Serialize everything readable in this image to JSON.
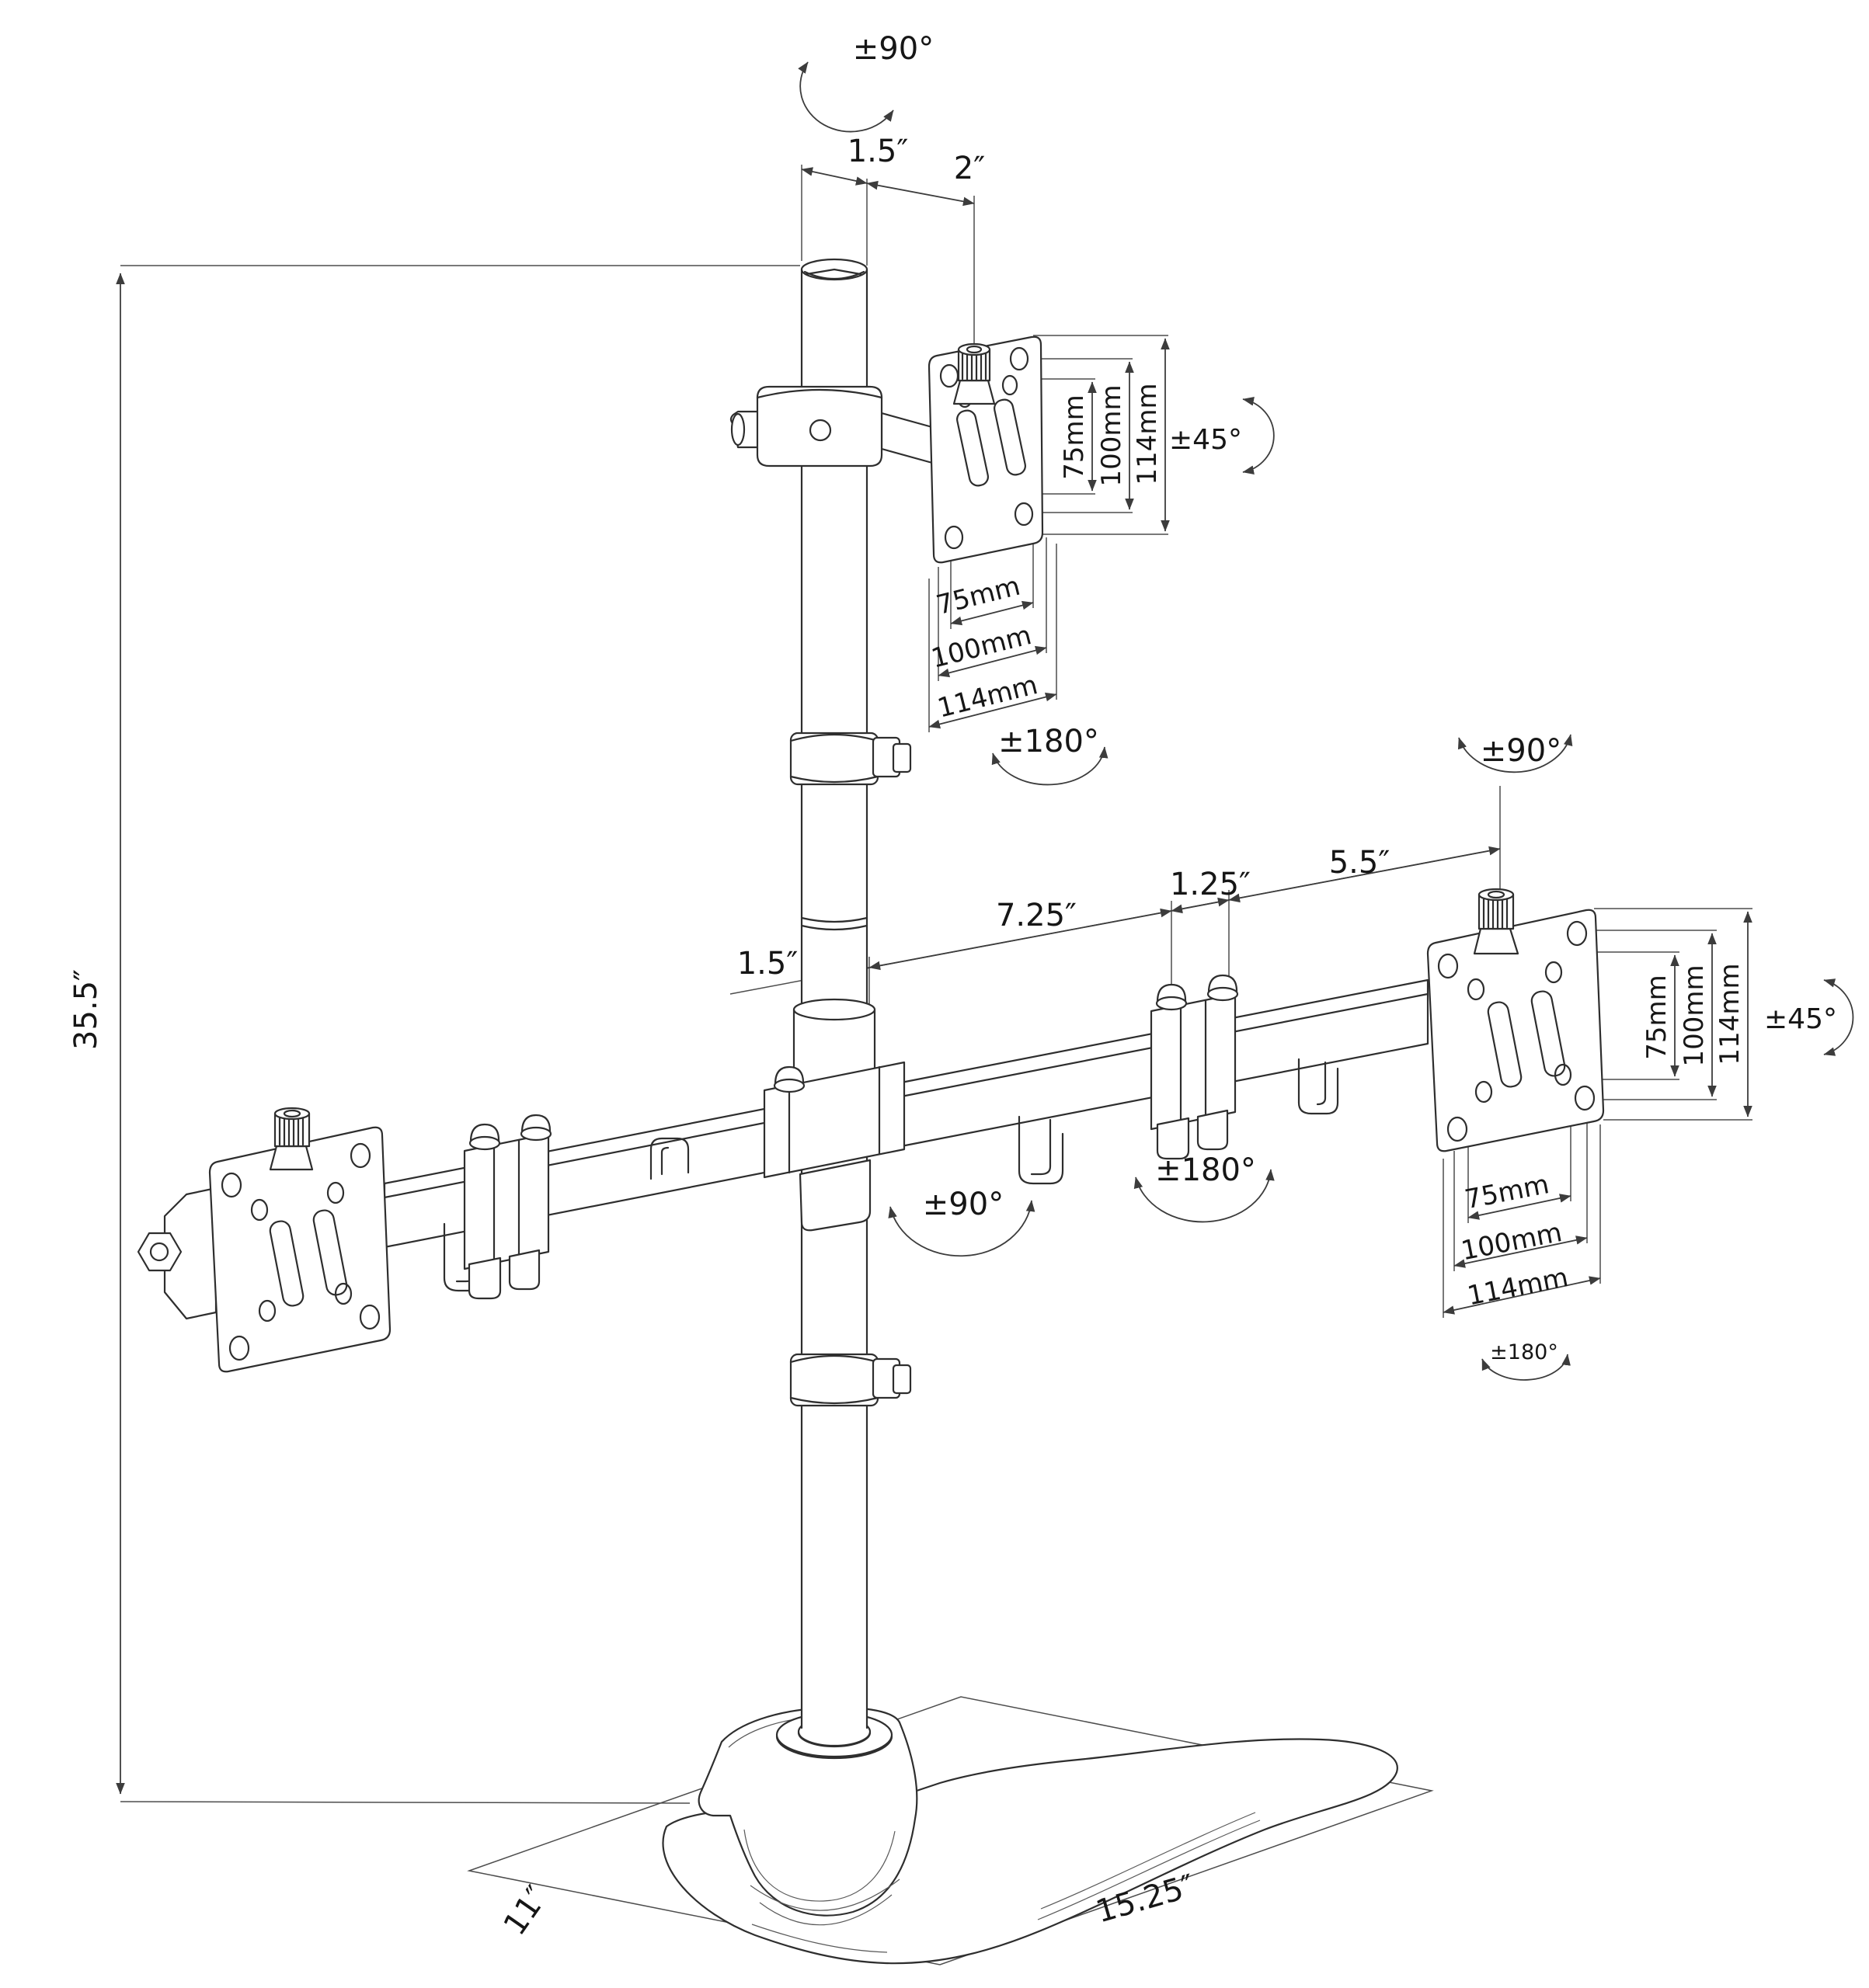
{
  "drawing": {
    "type": "technical dimensional line drawing",
    "subject": "triple monitor free-standing desk mount with pole, dual articulating crossbar arms, three VESA plates and weighted base"
  },
  "colors": {
    "background": "#ffffff",
    "line": "#2e2e2e",
    "dimension_line": "#4d4d4d",
    "text": "#161616"
  },
  "labels": {
    "top_assembly": {
      "swivel": "±90°",
      "pole_diameter": "1.5″",
      "plate_offset": "2″",
      "tilt": "±45°",
      "rotation": "±180°",
      "vesa_height": [
        "75mm",
        "100mm",
        "114mm"
      ],
      "vesa_width": [
        "75mm",
        "100mm",
        "114mm"
      ]
    },
    "column": {
      "height": "35.5″",
      "diameter": "1.5″"
    },
    "crossbar": {
      "inner_span": "7.25″",
      "joint_width": "1.25″",
      "outer_span": "5.5″",
      "swivel": "±90°",
      "rotation": "±180°"
    },
    "right_assembly": {
      "swivel": "±90°",
      "tilt": "±45°",
      "rotation": "±180°",
      "vesa_height": [
        "75mm",
        "100mm",
        "114mm"
      ],
      "vesa_width": [
        "75mm",
        "100mm",
        "114mm"
      ]
    },
    "base": {
      "depth": "11″",
      "width": "15.25″"
    }
  }
}
